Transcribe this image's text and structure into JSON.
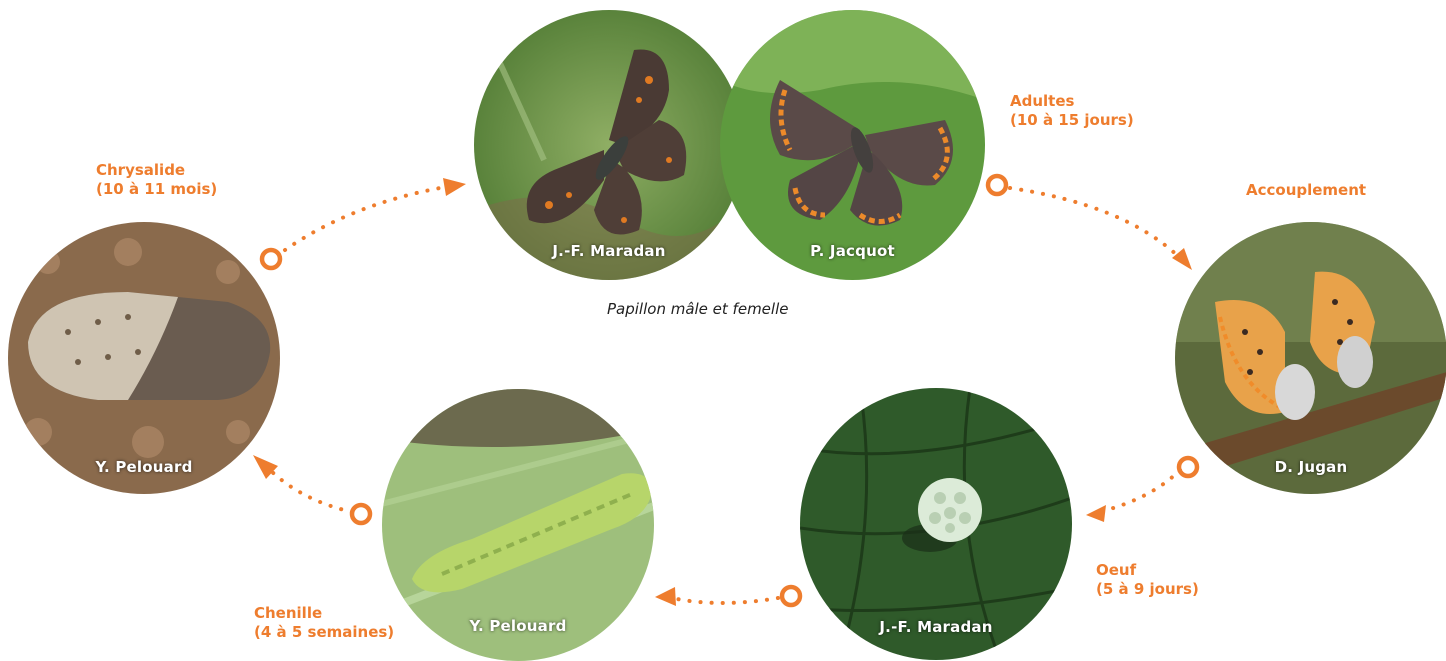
{
  "stages": {
    "adults": {
      "title": "Adultes",
      "duration": "(10 à 15 jours)"
    },
    "mating": {
      "title": "Accouplement"
    },
    "egg": {
      "title": "Oeuf",
      "duration": "(5 à 9 jours)"
    },
    "caterpillar": {
      "title": "Chenille",
      "duration": "(4 à 5 semaines)"
    },
    "chrysalis": {
      "title": "Chrysalide",
      "duration": "(10 à 11 mois)"
    }
  },
  "caption": "Papillon mâle et femelle",
  "credits": {
    "male": "J.-F. Maradan",
    "female": "P. Jacquot",
    "mating": "D. Jugan",
    "egg": "J.-F. Maradan",
    "caterpillar": "Y. Pelouard",
    "chrysalis": "Y. Pelouard"
  },
  "colors": {
    "accent": "#ee7d2e"
  }
}
